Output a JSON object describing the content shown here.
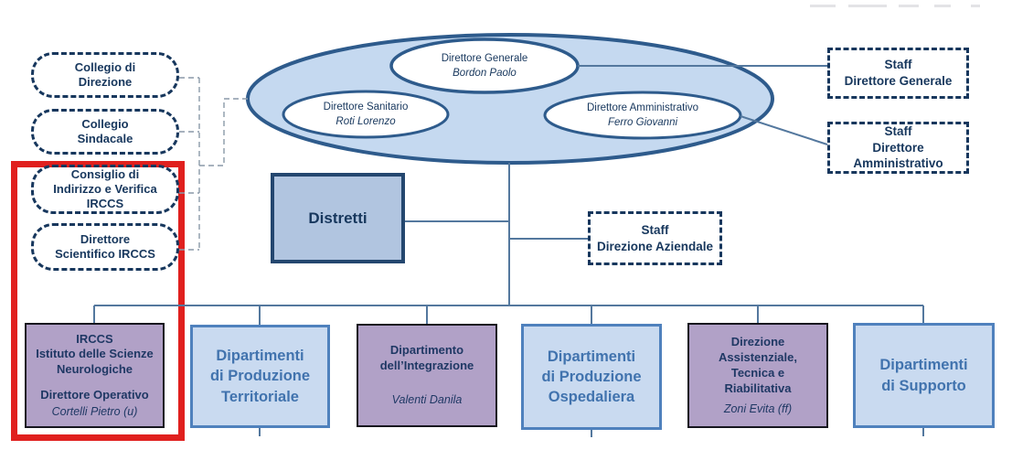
{
  "colors": {
    "navy": "#17375D",
    "line_steel": "#54789E",
    "dashed_connector_gray": "#8A99A8",
    "big_ellipse_fill": "#C5D9F0",
    "ellipse_stroke": "#2E5B8C",
    "distretti_fill": "#B1C5E0",
    "blue_box_fill": "#C9DAF0",
    "blue_box_border": "#4F81BD",
    "blue_box_text": "#4173AE",
    "purple_box_fill": "#B1A1C7",
    "highlight_red": "#E0201E"
  },
  "direzione": {
    "generale": {
      "title": "Direttore Generale",
      "name": "Bordon Paolo"
    },
    "sanitario": {
      "title": "Direttore Sanitario",
      "name": "Roti Lorenzo"
    },
    "amministrativo": {
      "title": "Direttore Amministrativo",
      "name": "Ferro Giovanni"
    }
  },
  "left_column": [
    {
      "label": "Collegio di\nDirezione"
    },
    {
      "label": "Collegio\nSindacale"
    },
    {
      "label": "Consiglio di\nIndirizzo e Verifica\nIRCCS",
      "highlighted": true
    },
    {
      "label": "Direttore\nScientifico IRCCS",
      "highlighted": true
    }
  ],
  "staff_boxes": {
    "generale": {
      "label": "Staff\nDirettore Generale"
    },
    "amministrativo": {
      "label": "Staff\nDirettore\nAmministrativo"
    },
    "aziendale": {
      "label": "Staff\nDirezione Aziendale"
    }
  },
  "distretti": {
    "label": "Distretti"
  },
  "bottom_row": [
    {
      "style": "purple",
      "highlighted": true,
      "title": "IRCCS\nIstituto delle Scienze\nNeurologiche",
      "role": "Direttore Operativo",
      "person": "Cortelli Pietro (u)"
    },
    {
      "style": "blue",
      "title": "Dipartimenti\ndi Produzione\nTerritoriale"
    },
    {
      "style": "purple",
      "title": "Dipartimento\ndell’Integrazione",
      "person": "Valenti Danila"
    },
    {
      "style": "blue",
      "title": "Dipartimenti\ndi Produzione\nOspedaliera"
    },
    {
      "style": "purple",
      "title": "Direzione\nAssistenziale,\nTecnica e\nRiabilitativa",
      "person": "Zoni Evita (ff)"
    },
    {
      "style": "blue",
      "title": "Dipartimenti\ndi Supporto"
    }
  ]
}
